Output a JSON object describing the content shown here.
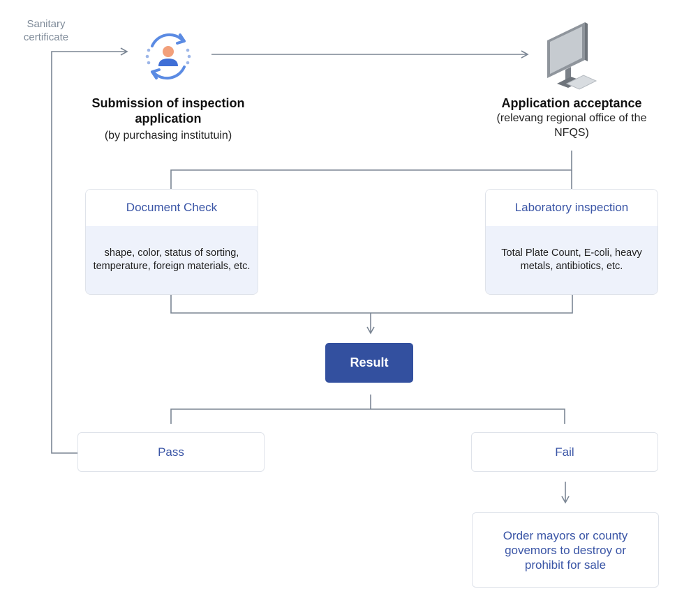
{
  "side_label": "Sanitary certificate",
  "steps": {
    "submission": {
      "title": "Submission of inspection application",
      "subtitle": "(by purchasing institutuin)",
      "icon": "user-refresh-icon"
    },
    "acceptance": {
      "title": "Application acceptance",
      "subtitle": "(relevang regional office of the NFQS)",
      "icon": "computer-monitor-icon"
    }
  },
  "checks": {
    "document": {
      "title": "Document Check",
      "details": "shape, color, status of sorting, temperature, foreign materials, etc."
    },
    "laboratory": {
      "title": "Laboratory inspection",
      "details": "Total Plate Count, E-coli, heavy metals, antibiotics, etc."
    }
  },
  "result": {
    "label": "Result"
  },
  "outcomes": {
    "pass": "Pass",
    "fail": "Fail",
    "fail_action": "Order mayors or county govemors to destroy or prohibit for sale"
  },
  "colors": {
    "accent": "#33509f",
    "card_text": "#3a55a6",
    "card_body_bg": "#eef2fb",
    "line": "#7b8694",
    "border": "#dfe3ea"
  }
}
